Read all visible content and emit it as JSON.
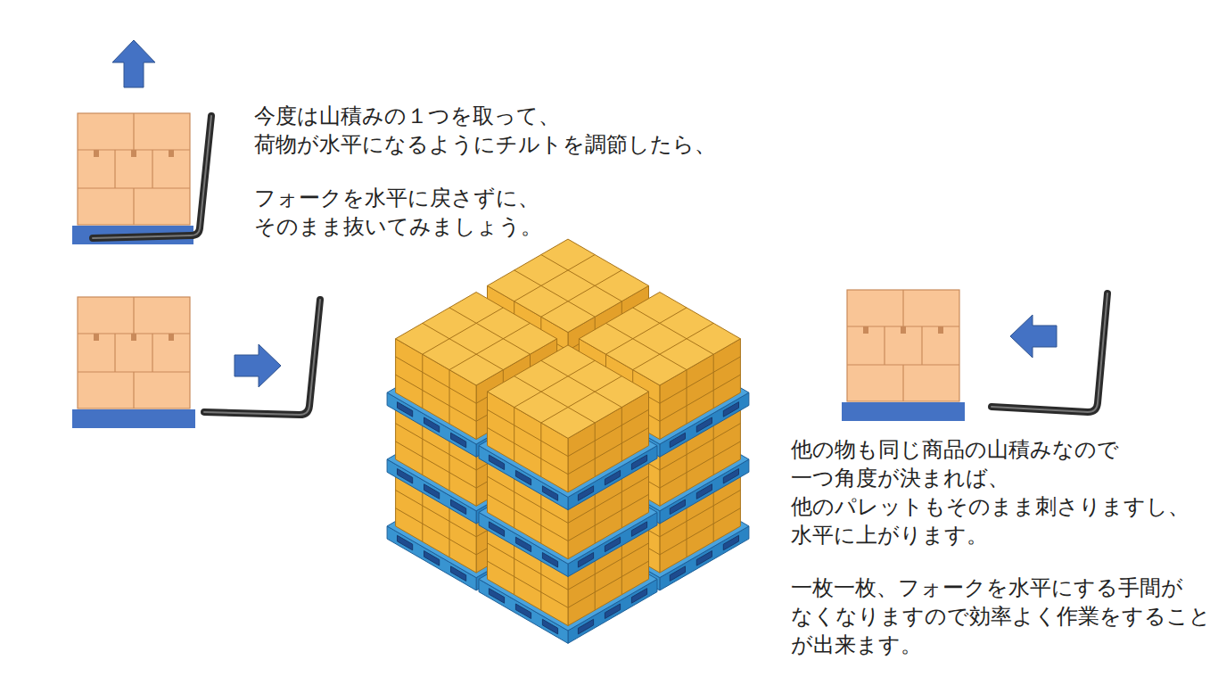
{
  "diagram": {
    "labels": [
      "今度は山積みの１つを取って、 荷物が水平になるようにチルトを調節したら、",
      "フォークを水平に戻さずに、 そのまま抜いてみましょう。",
      "他の物も同じ商品の山積みなので 一つ角度が決まれば、 他のパレットもそのまま刺さりますし、 水平に上がります。",
      "一枚一枚、フォークを水平にする手間が なくなりますので効率よく作業をすること が出来ます。"
    ]
  }
}
